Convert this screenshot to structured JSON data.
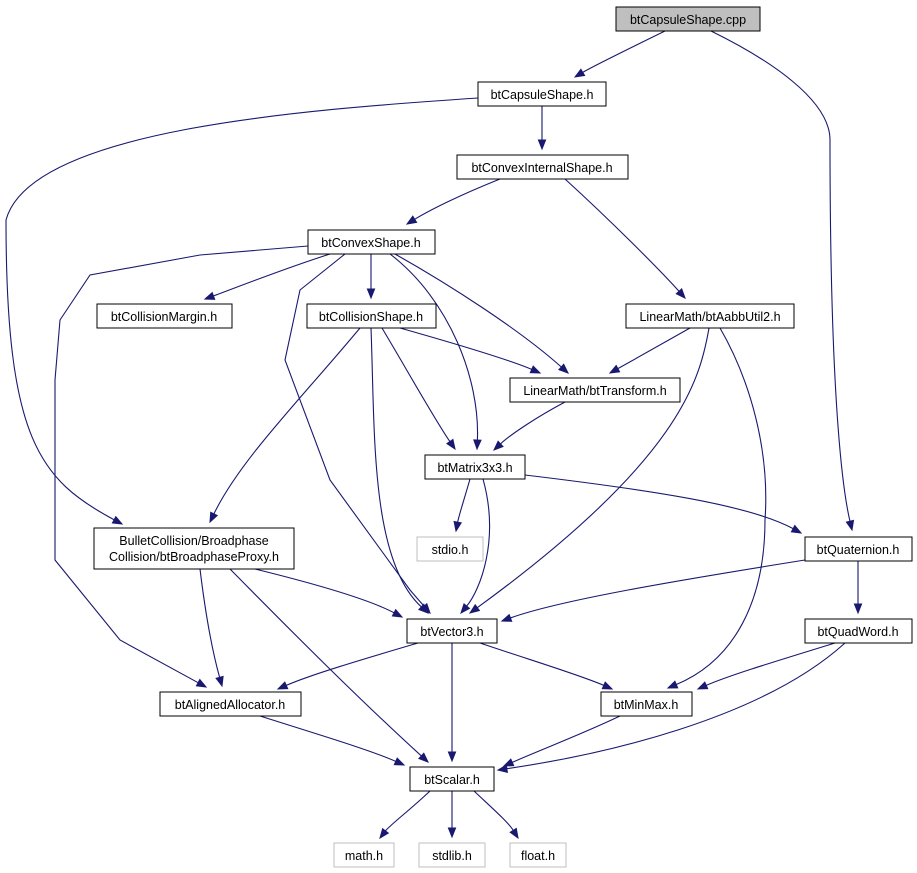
{
  "diagram": {
    "type": "include-dependency-graph",
    "colors": {
      "edge": "#191970",
      "root_fill": "#bfbfbf",
      "node_fill": "#ffffff",
      "node_border": "#000000",
      "missing_border": "#bfbfbf"
    },
    "nodes": [
      {
        "id": "capsule_cpp",
        "lines": [
          "btCapsuleShape.cpp"
        ],
        "style": "root"
      },
      {
        "id": "capsule_h",
        "lines": [
          "btCapsuleShape.h"
        ],
        "style": "normal"
      },
      {
        "id": "convex_internal",
        "lines": [
          "btConvexInternalShape.h"
        ],
        "style": "normal"
      },
      {
        "id": "convex_shape",
        "lines": [
          "btConvexShape.h"
        ],
        "style": "normal"
      },
      {
        "id": "collision_margin",
        "lines": [
          "btCollisionMargin.h"
        ],
        "style": "normal"
      },
      {
        "id": "collision_shape",
        "lines": [
          "btCollisionShape.h"
        ],
        "style": "normal"
      },
      {
        "id": "aabb_util",
        "lines": [
          "LinearMath/btAabbUtil2.h"
        ],
        "style": "normal"
      },
      {
        "id": "transform",
        "lines": [
          "LinearMath/btTransform.h"
        ],
        "style": "normal"
      },
      {
        "id": "matrix",
        "lines": [
          "btMatrix3x3.h"
        ],
        "style": "normal"
      },
      {
        "id": "bp_proxy",
        "lines": [
          "BulletCollision/Broadphase",
          "Collision/btBroadphaseProxy.h"
        ],
        "style": "normal"
      },
      {
        "id": "stdio",
        "lines": [
          "stdio.h"
        ],
        "style": "missing"
      },
      {
        "id": "quaternion",
        "lines": [
          "btQuaternion.h"
        ],
        "style": "normal"
      },
      {
        "id": "vector3",
        "lines": [
          "btVector3.h"
        ],
        "style": "normal"
      },
      {
        "id": "quadword",
        "lines": [
          "btQuadWord.h"
        ],
        "style": "normal"
      },
      {
        "id": "aligned_alloc",
        "lines": [
          "btAlignedAllocator.h"
        ],
        "style": "normal"
      },
      {
        "id": "minmax",
        "lines": [
          "btMinMax.h"
        ],
        "style": "normal"
      },
      {
        "id": "scalar",
        "lines": [
          "btScalar.h"
        ],
        "style": "normal"
      },
      {
        "id": "math",
        "lines": [
          "math.h"
        ],
        "style": "missing"
      },
      {
        "id": "stdlib",
        "lines": [
          "stdlib.h"
        ],
        "style": "missing"
      },
      {
        "id": "float",
        "lines": [
          "float.h"
        ],
        "style": "missing"
      }
    ],
    "edges": [
      {
        "from": "capsule_cpp",
        "to": "capsule_h"
      },
      {
        "from": "capsule_cpp",
        "to": "quaternion"
      },
      {
        "from": "capsule_h",
        "to": "convex_internal"
      },
      {
        "from": "capsule_h",
        "to": "bp_proxy"
      },
      {
        "from": "convex_internal",
        "to": "convex_shape"
      },
      {
        "from": "convex_internal",
        "to": "aabb_util"
      },
      {
        "from": "convex_shape",
        "to": "collision_margin"
      },
      {
        "from": "convex_shape",
        "to": "collision_shape"
      },
      {
        "from": "convex_shape",
        "to": "transform"
      },
      {
        "from": "convex_shape",
        "to": "matrix"
      },
      {
        "from": "convex_shape",
        "to": "vector3"
      },
      {
        "from": "convex_shape",
        "to": "aligned_alloc"
      },
      {
        "from": "collision_shape",
        "to": "transform"
      },
      {
        "from": "collision_shape",
        "to": "matrix"
      },
      {
        "from": "collision_shape",
        "to": "vector3"
      },
      {
        "from": "collision_shape",
        "to": "bp_proxy"
      },
      {
        "from": "aabb_util",
        "to": "transform"
      },
      {
        "from": "aabb_util",
        "to": "vector3"
      },
      {
        "from": "aabb_util",
        "to": "minmax"
      },
      {
        "from": "transform",
        "to": "matrix"
      },
      {
        "from": "matrix",
        "to": "stdio"
      },
      {
        "from": "matrix",
        "to": "vector3"
      },
      {
        "from": "matrix",
        "to": "quaternion"
      },
      {
        "from": "bp_proxy",
        "to": "vector3"
      },
      {
        "from": "bp_proxy",
        "to": "aligned_alloc"
      },
      {
        "from": "bp_proxy",
        "to": "scalar"
      },
      {
        "from": "quaternion",
        "to": "vector3"
      },
      {
        "from": "quaternion",
        "to": "quadword"
      },
      {
        "from": "quadword",
        "to": "minmax"
      },
      {
        "from": "quadword",
        "to": "scalar"
      },
      {
        "from": "vector3",
        "to": "aligned_alloc"
      },
      {
        "from": "vector3",
        "to": "minmax"
      },
      {
        "from": "vector3",
        "to": "scalar"
      },
      {
        "from": "aligned_alloc",
        "to": "scalar"
      },
      {
        "from": "minmax",
        "to": "scalar"
      },
      {
        "from": "scalar",
        "to": "math"
      },
      {
        "from": "scalar",
        "to": "stdlib"
      },
      {
        "from": "scalar",
        "to": "float"
      }
    ]
  }
}
